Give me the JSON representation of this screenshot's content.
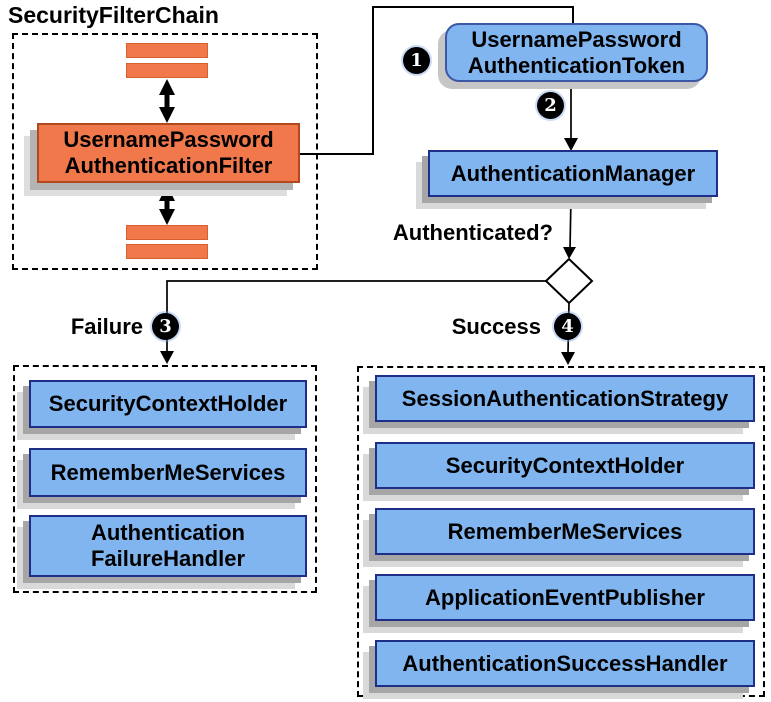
{
  "title": "SecurityFilterChain",
  "nodes": {
    "filter": "UsernamePassword\nAuthenticationFilter",
    "token": "UsernamePassword\nAuthenticationToken",
    "manager": "AuthenticationManager",
    "question": "Authenticated?",
    "failure_label": "Failure",
    "success_label": "Success"
  },
  "steps": {
    "one": "1",
    "two": "2",
    "three": "3",
    "four": "4"
  },
  "failure_items": [
    "SecurityContextHolder",
    "RememberMeServices",
    "Authentication\nFailureHandler"
  ],
  "success_items": [
    "SessionAuthenticationStrategy",
    "SecurityContextHolder",
    "RememberMeServices",
    "ApplicationEventPublisher",
    "AuthenticationSuccessHandler"
  ],
  "colors": {
    "orange_fill": "#F0784B",
    "orange_border": "#B04A1E",
    "blue_fill": "#80B5F0",
    "blue_border": "#1D2F87",
    "shadow_dark": "#A6A6A6",
    "shadow_light": "#D9D9D9",
    "line": "#000000",
    "background": "#FFFFFF"
  }
}
